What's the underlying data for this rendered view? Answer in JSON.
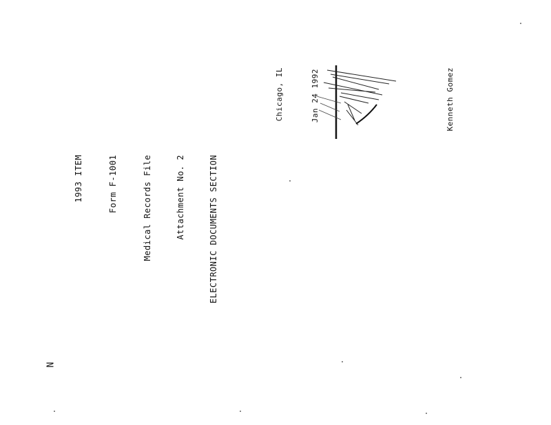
{
  "page_number": "N",
  "handwritten_block": {
    "title": "Kenneth Gomez",
    "lines": [
      "Jan 24 1992",
      "Chicago, IL"
    ]
  },
  "typed_block": {
    "lines": [
      "ELECTRONIC DOCUMENTS SECTION",
      "Attachment No. 2",
      "Medical Records File",
      "Form F-1001",
      "1993 ITEM"
    ]
  },
  "colors": {
    "ink": "#111111",
    "paper": "#ffffff"
  }
}
